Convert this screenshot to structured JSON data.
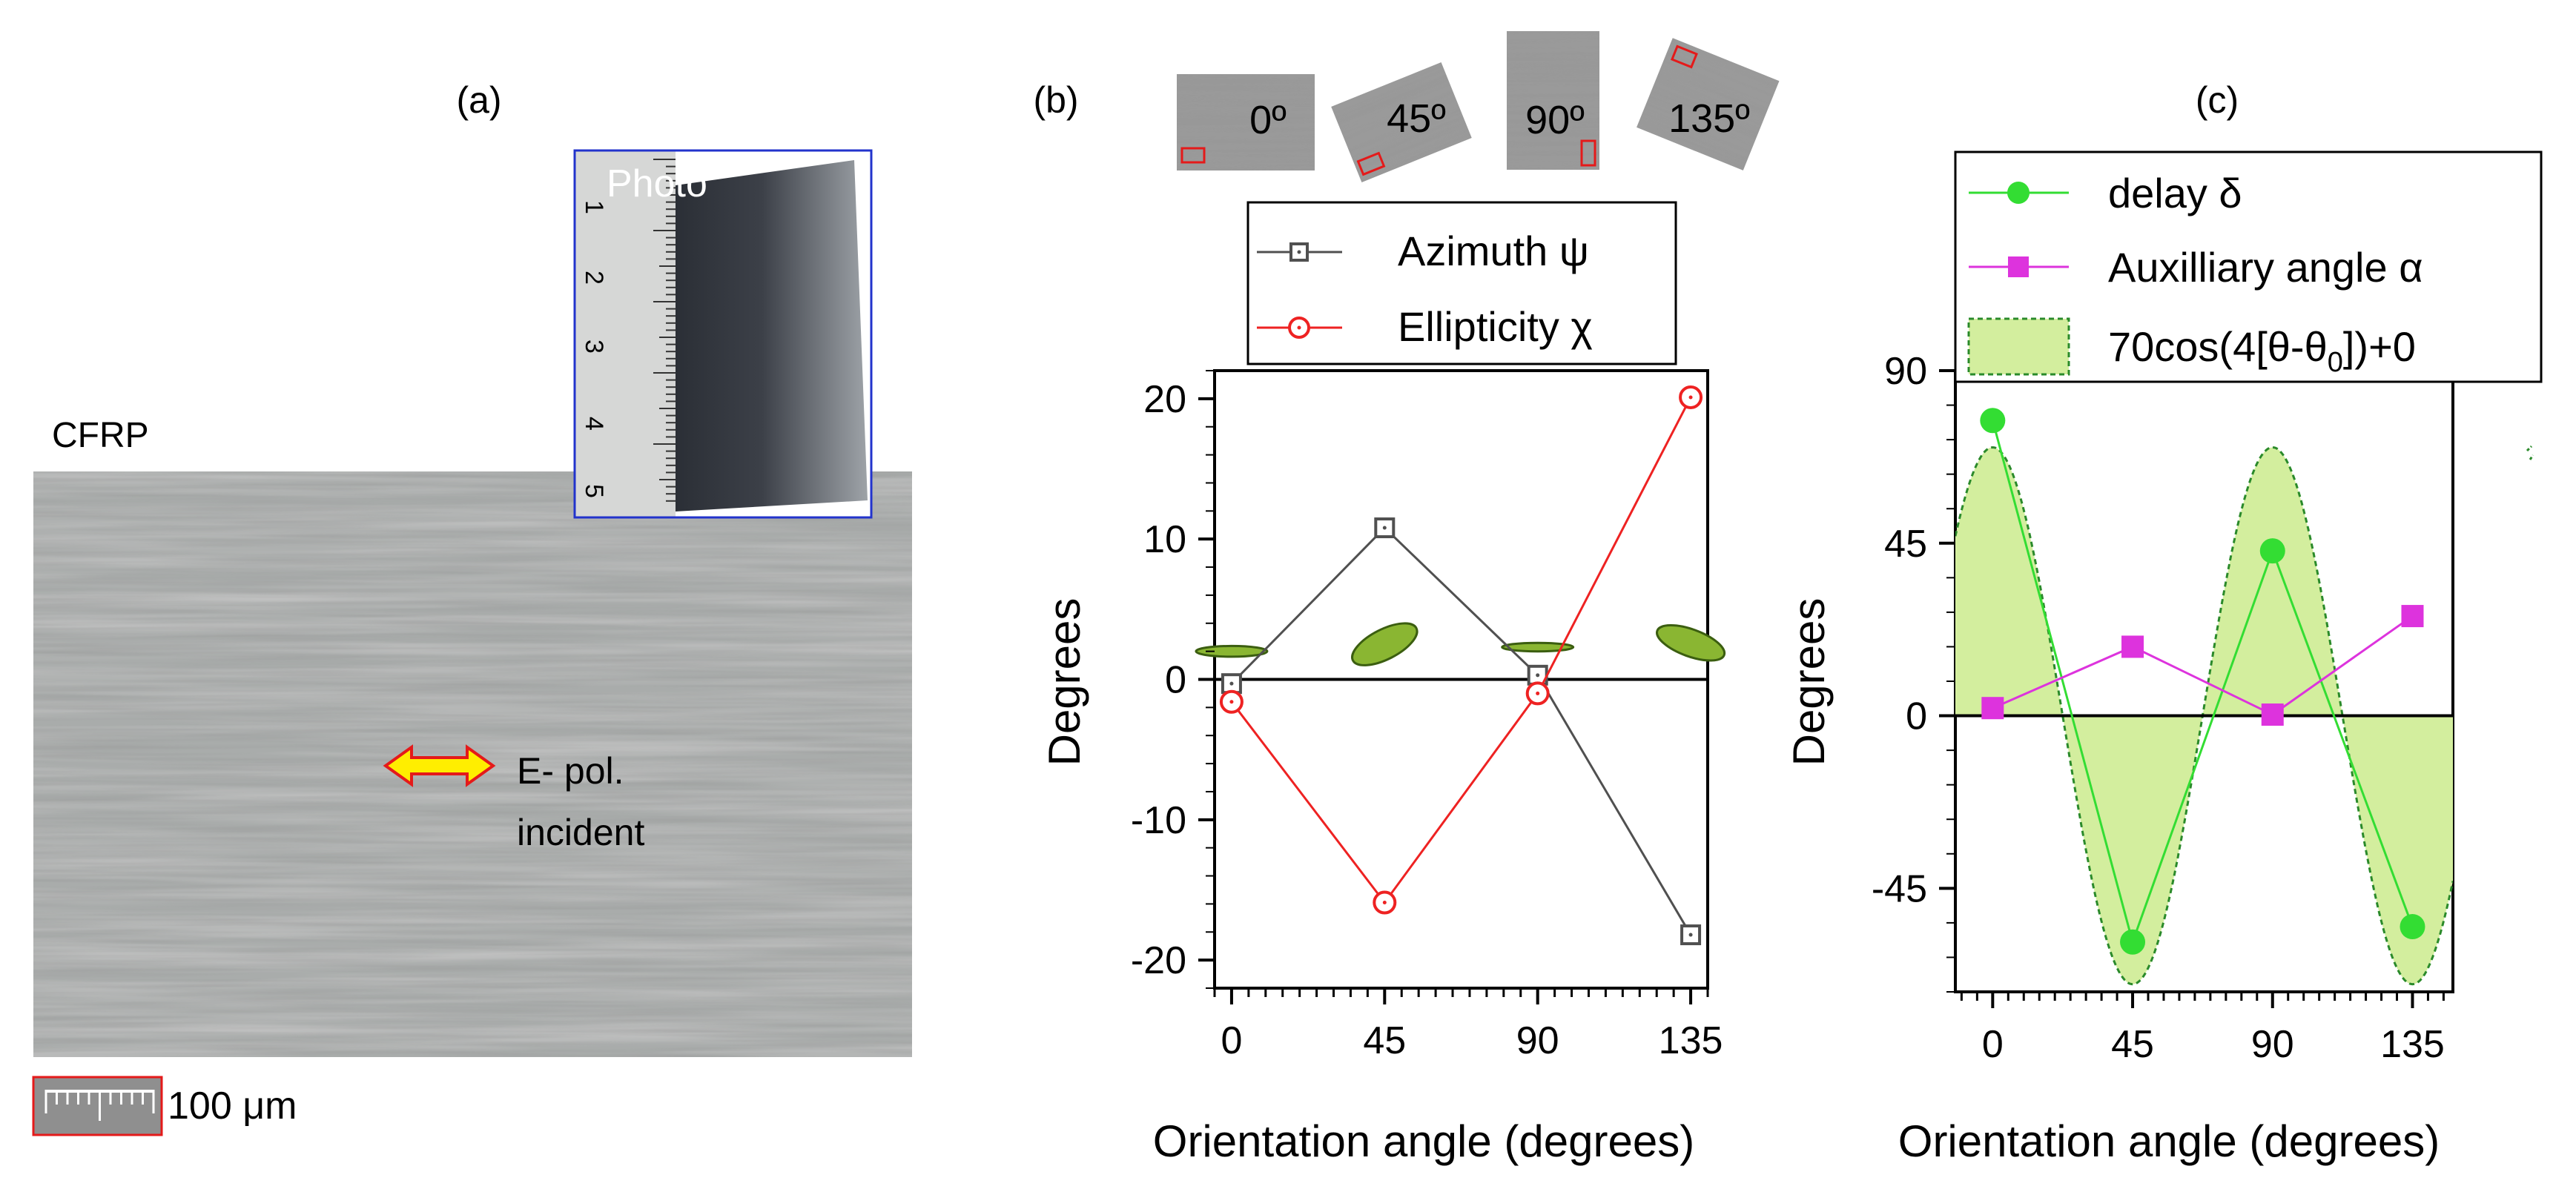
{
  "panel_labels": [
    "(a)",
    "(b)",
    "(c)"
  ],
  "panel_a": {
    "material_label": "CFRP",
    "inset_label": "Photo",
    "ruler_ticks": [
      "1",
      "2",
      "3",
      "4",
      "5"
    ],
    "arrow_label_line1": "E- pol.",
    "arrow_label_line2": "incident",
    "scalebar_label": "100 μm"
  },
  "colors": {
    "azimuth": "#505050",
    "ellipticity": "#ee2222",
    "delay": "#33dd33",
    "aux": "#dd33dd",
    "fill": "#d3ee9e",
    "fill_edge": "#2a8a2a",
    "ellipse": "#8ab632",
    "inset_border": "#2233cc",
    "marker_red": "#e41a1a",
    "arrow_fill": "#ffee00"
  },
  "thumbnails": [
    "0º",
    "45º",
    "90º",
    "135º"
  ],
  "chart_data": [
    {
      "type": "line",
      "panel": "(b)",
      "xlabel": "Orientation angle (degrees)",
      "ylabel": "Degrees",
      "x": [
        0,
        45,
        90,
        135
      ],
      "xticks": [
        "0",
        "45",
        "90",
        "135"
      ],
      "yticks": [
        "20",
        "10",
        "0",
        "-10",
        "-20"
      ],
      "xlim": [
        -5,
        140
      ],
      "ylim": [
        -22,
        22
      ],
      "series": [
        {
          "name": "Azimuth ψ",
          "marker": "open-square",
          "values": [
            -0.3,
            10.8,
            0.3,
            -18.2
          ]
        },
        {
          "name": "Ellipticity χ",
          "marker": "open-circle",
          "values": [
            -1.6,
            -15.9,
            -1.0,
            20.1
          ]
        }
      ],
      "polarization_ellipses": [
        {
          "x": 0,
          "y": 2.0,
          "tilt_deg": 0,
          "ellipticity": 0.15
        },
        {
          "x": 45,
          "y": 2.5,
          "tilt_deg": -27,
          "ellipticity": 0.42
        },
        {
          "x": 90,
          "y": 2.3,
          "tilt_deg": 0,
          "ellipticity": 0.12
        },
        {
          "x": 135,
          "y": 2.6,
          "tilt_deg": 20,
          "ellipticity": 0.38
        }
      ]
    },
    {
      "type": "line",
      "panel": "(c)",
      "xlabel": "Orientation angle (degrees)",
      "ylabel": "Degrees",
      "x": [
        0,
        45,
        90,
        135
      ],
      "xticks": [
        "0",
        "45",
        "90",
        "135"
      ],
      "yticks": [
        "90",
        "45",
        "0",
        "-45"
      ],
      "xlim": [
        -12,
        148
      ],
      "ylim": [
        -72,
        90
      ],
      "series": [
        {
          "name": "delay δ",
          "marker": "filled-circle",
          "values": [
            77,
            -59,
            43,
            -55
          ]
        },
        {
          "name": "Auxilliary angle α",
          "marker": "filled-square",
          "values": [
            2,
            18,
            0.3,
            26
          ]
        },
        {
          "name": "70cos(4[θ-θ",
          "subscript": "0",
          "suffix": "])+0",
          "type": "area",
          "amplitude": 70,
          "period_deg": 90,
          "offset": 0
        }
      ]
    }
  ]
}
